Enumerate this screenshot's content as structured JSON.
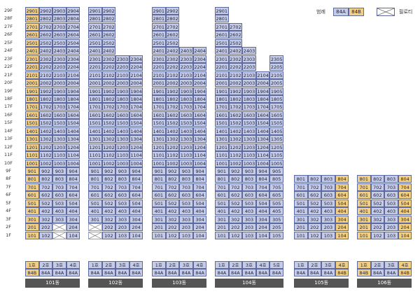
{
  "legend": {
    "label": "범례",
    "a": "84A",
    "b": "84B",
    "piloti": "필로티"
  },
  "floors": [
    "29F",
    "28F",
    "27F",
    "26F",
    "25F",
    "24F",
    "23F",
    "22F",
    "21F",
    "20F",
    "19F",
    "18F",
    "17F",
    "16F",
    "15F",
    "14F",
    "13F",
    "12F",
    "11F",
    "10F",
    "9F",
    "8F",
    "7F",
    "6F",
    "5F",
    "4F",
    "3F",
    "2F",
    "1F"
  ],
  "buildings": [
    {
      "name": "101동",
      "lines": [
        "1호",
        "2호",
        "3호",
        "4호"
      ],
      "types": [
        "84B",
        "84A",
        "84A",
        "84A"
      ],
      "heights": [
        29,
        29,
        29,
        29
      ],
      "piloti": [
        {
          "floor": 1,
          "line": 3
        },
        {
          "floor": 2,
          "line": 3
        }
      ]
    },
    {
      "name": "102동",
      "lines": [
        "1호",
        "2호",
        "3호",
        "4호"
      ],
      "types": [
        "84A",
        "84A",
        "84A",
        "84A"
      ],
      "heights": [
        29,
        29,
        23,
        23
      ],
      "piloti": [
        {
          "floor": 1,
          "line": 1
        },
        {
          "floor": 2,
          "line": 1
        }
      ]
    },
    {
      "name": "103동",
      "lines": [
        "1호",
        "2호",
        "3호",
        "4호"
      ],
      "types": [
        "84A",
        "84A",
        "84A",
        "84A"
      ],
      "heights": [
        29,
        29,
        24,
        24
      ],
      "piloti": []
    },
    {
      "name": "104동",
      "lines": [
        "1호",
        "2호",
        "3호",
        "4호",
        "5호"
      ],
      "types": [
        "84A",
        "84A",
        "84A",
        "84A",
        "84A"
      ],
      "heights": [
        29,
        27,
        24,
        21,
        23
      ],
      "piloti": []
    },
    {
      "name": "105동",
      "lines": [
        "1호",
        "2호",
        "3호",
        "4호"
      ],
      "types": [
        "84A",
        "84A",
        "84A",
        "84B"
      ],
      "heights": [
        8,
        8,
        8,
        8
      ],
      "piloti": []
    },
    {
      "name": "106동",
      "lines": [
        "1호",
        "2호",
        "3호",
        "4호"
      ],
      "types": [
        "84B",
        "84A",
        "84A",
        "84B"
      ],
      "heights": [
        8,
        8,
        8,
        8
      ],
      "piloti": []
    }
  ]
}
